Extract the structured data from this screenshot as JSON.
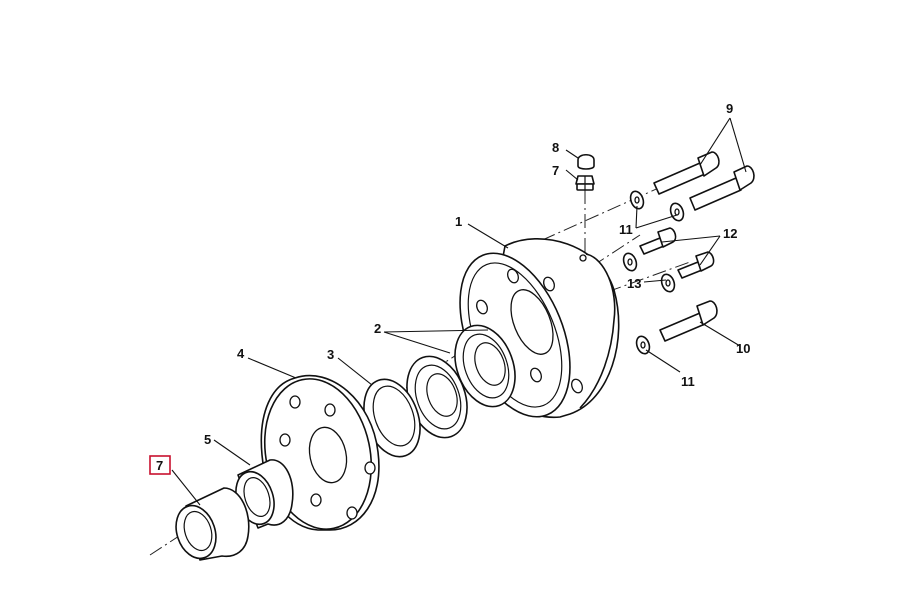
{
  "diagram": {
    "highlight_color": "#c8102e",
    "line_color": "#111111",
    "callouts": {
      "c1": "1",
      "c2": "2",
      "c3": "3",
      "c4": "4",
      "c5": "5",
      "c7_highlighted": "7",
      "c7": "7",
      "c8": "8",
      "c9": "9",
      "c10": "10",
      "c11a": "11",
      "c11b": "11",
      "c12": "12",
      "c13": "13"
    }
  }
}
